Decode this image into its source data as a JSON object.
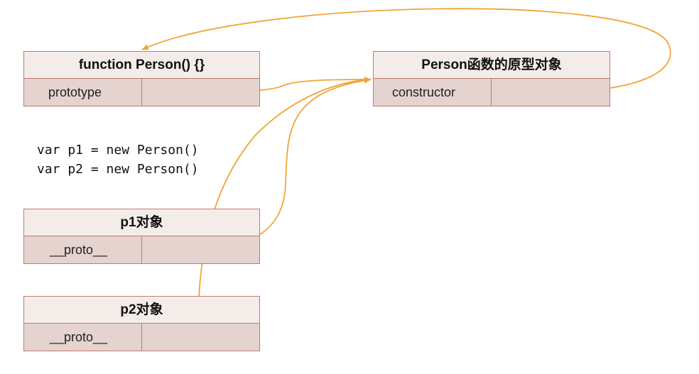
{
  "boxes": {
    "person_function": {
      "title": "function Person() {}",
      "field": "prototype"
    },
    "person_prototype": {
      "title": "Person函数的原型对象",
      "field": "constructor"
    },
    "p1": {
      "title": "p1对象",
      "field": "__proto__"
    },
    "p2": {
      "title": "p2对象",
      "field": "__proto__"
    }
  },
  "code": {
    "line1": "var p1 = new Person()",
    "line2": "var p2 = new Person()"
  },
  "colors": {
    "arrow": "#f0a536",
    "box_border": "#c07b6e",
    "header_fill": "#f3ece9",
    "row_fill": "#e4d3cf"
  }
}
